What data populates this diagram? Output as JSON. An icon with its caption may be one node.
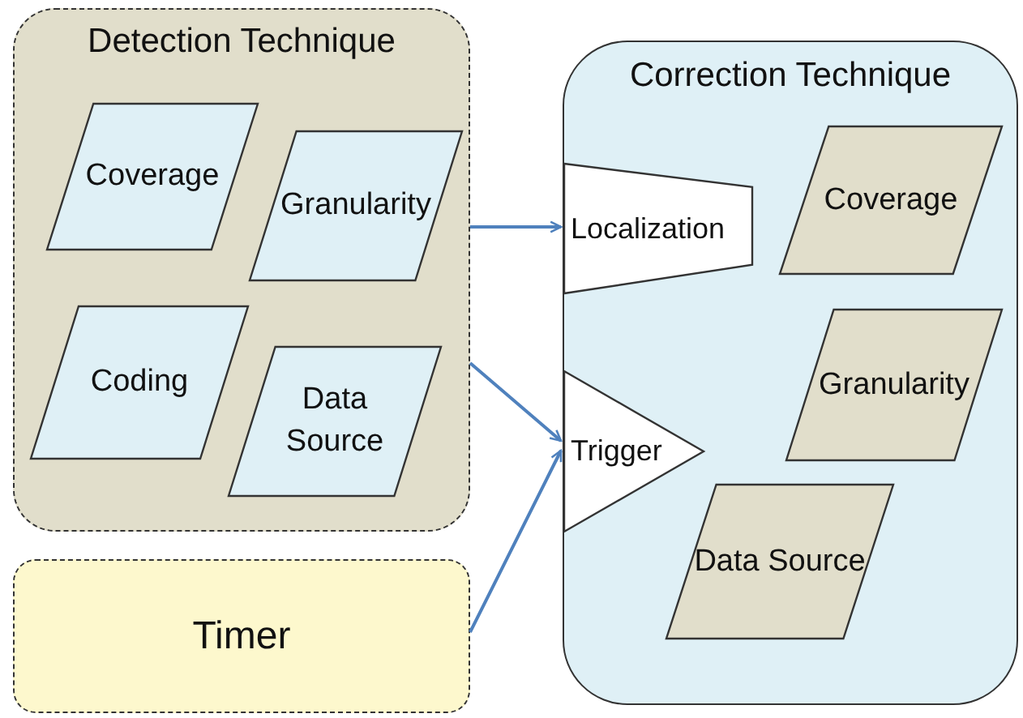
{
  "diagram": {
    "nodes": [
      {
        "text": [
          "Detection Technique"
        ]
      },
      {
        "text": [
          "Coverage"
        ],
        "in": 0
      },
      {
        "text": [
          "Granularity"
        ],
        "in": 0
      },
      {
        "text": [
          "Coding"
        ],
        "in": 0
      },
      {
        "text": [
          "Data Source"
        ],
        "in": 0
      },
      {
        "text": [
          "Timer"
        ]
      },
      {
        "text": [
          "Correction Technique"
        ]
      },
      {
        "text": [
          "Localization"
        ],
        "in": 6
      },
      {
        "text": [
          "Trigger"
        ],
        "in": 6
      },
      {
        "text": [
          "Coverage"
        ],
        "in": 6
      },
      {
        "text": [
          "Granularity"
        ],
        "in": 6
      },
      {
        "text": [
          "Data Source"
        ],
        "in": 6
      }
    ],
    "edges": [
      {
        "from": 0,
        "to": 7,
        "arrow": "to"
      },
      {
        "from": 0,
        "to": 8,
        "arrow": "to"
      },
      {
        "from": 5,
        "to": 8,
        "arrow": "to"
      }
    ]
  }
}
